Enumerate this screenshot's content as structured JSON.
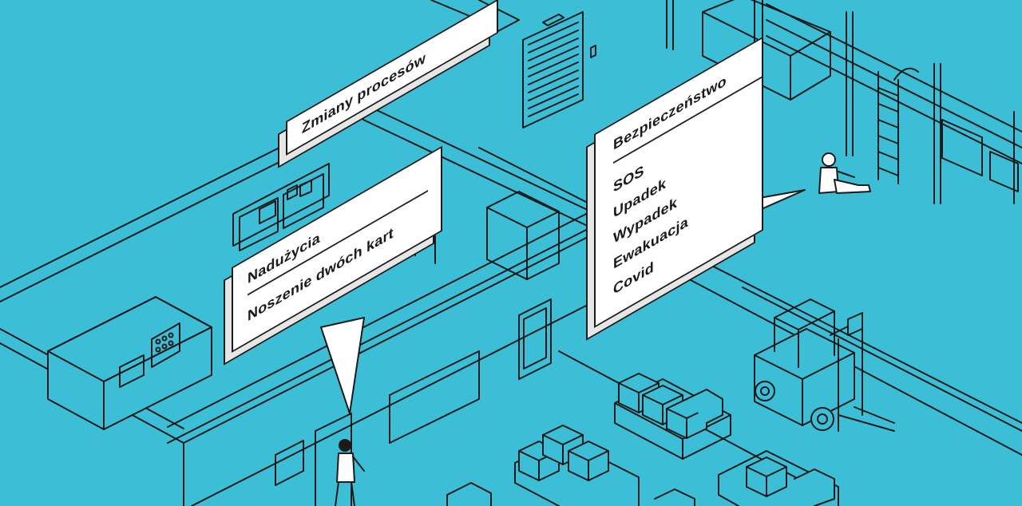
{
  "callouts": {
    "processes": {
      "heading": "Zmiany procesów"
    },
    "abuse": {
      "heading": "Nadużycia",
      "items": [
        "Noszenie dwóch kart"
      ]
    },
    "safety": {
      "heading": "Bezpieczeństwo",
      "items": [
        "SOS",
        "Upadek",
        "Wypadek",
        "Ewakuacja",
        "Covid"
      ]
    }
  },
  "colors": {
    "background": "#3cbfd6",
    "line": "#1a1a1a",
    "panel": "#ffffff"
  }
}
